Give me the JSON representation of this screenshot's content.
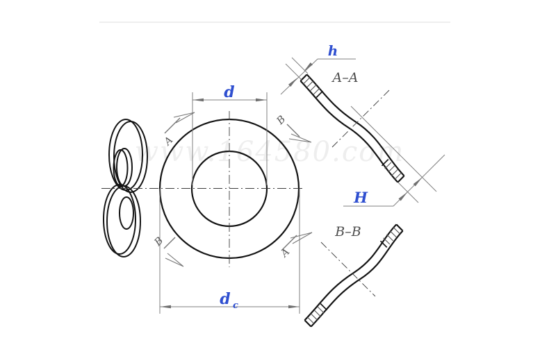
{
  "drawing": {
    "watermark_text": "www.164580.com",
    "labels": {
      "inner_diameter": "d",
      "outer_diameter_main": "d",
      "outer_diameter_sub": "c",
      "thickness": "h",
      "free_height": "H",
      "section_a_title": "A–A",
      "section_b_title": "B–B",
      "cut_a": "A",
      "cut_b": "B"
    },
    "colors": {
      "part_line": "#141414",
      "dimension_line": "#7f7f7f",
      "center_line": "#3a3a3a",
      "label_gray": "#4d4d4d",
      "accent_blue": "#2f4fd0",
      "watermark": "#eeeeee",
      "top_rule": "#e8e8e8"
    }
  }
}
